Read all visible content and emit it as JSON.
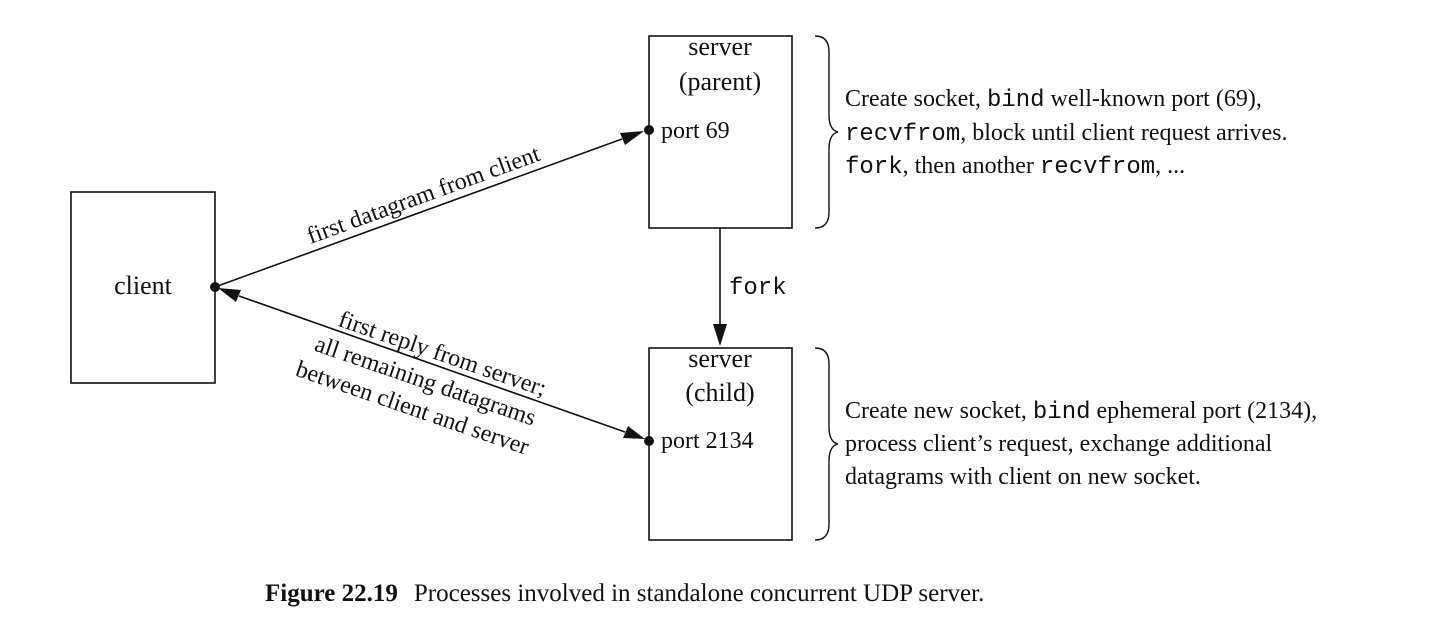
{
  "diagram": {
    "client": {
      "label": "client"
    },
    "parent_server": {
      "line1": "server",
      "line2": "(parent)",
      "port": "port 69"
    },
    "child_server": {
      "line1": "server",
      "line2": "(child)",
      "port": "port 2134"
    },
    "fork_label": "fork",
    "first_datagram_label": "first datagram from client",
    "reply_labels": [
      "first reply from server;",
      "all remaining datagrams",
      "between client and server"
    ],
    "parent_note": {
      "line1": [
        {
          "text": "Create socket, ",
          "code": false
        },
        {
          "text": "bind",
          "code": true
        },
        {
          "text": " well-known port (69),",
          "code": false
        }
      ],
      "line2": [
        {
          "text": "recvfrom",
          "code": true
        },
        {
          "text": ", block until client request arrives.",
          "code": false
        }
      ],
      "line3": [
        {
          "text": "fork",
          "code": true
        },
        {
          "text": ", then another ",
          "code": false
        },
        {
          "text": "recvfrom",
          "code": true
        },
        {
          "text": ", ...",
          "code": false
        }
      ]
    },
    "child_note": {
      "line1": [
        {
          "text": "Create new socket, ",
          "code": false
        },
        {
          "text": "bind",
          "code": true
        },
        {
          "text": " ephemeral port (2134),",
          "code": false
        }
      ],
      "line2": [
        {
          "text": "process client’s request, exchange additional",
          "code": false
        }
      ],
      "line3": [
        {
          "text": "datagrams with client on new socket.",
          "code": false
        }
      ]
    }
  },
  "caption": {
    "label": "Figure 22.19",
    "text": "Processes involved in standalone concurrent UDP server."
  }
}
